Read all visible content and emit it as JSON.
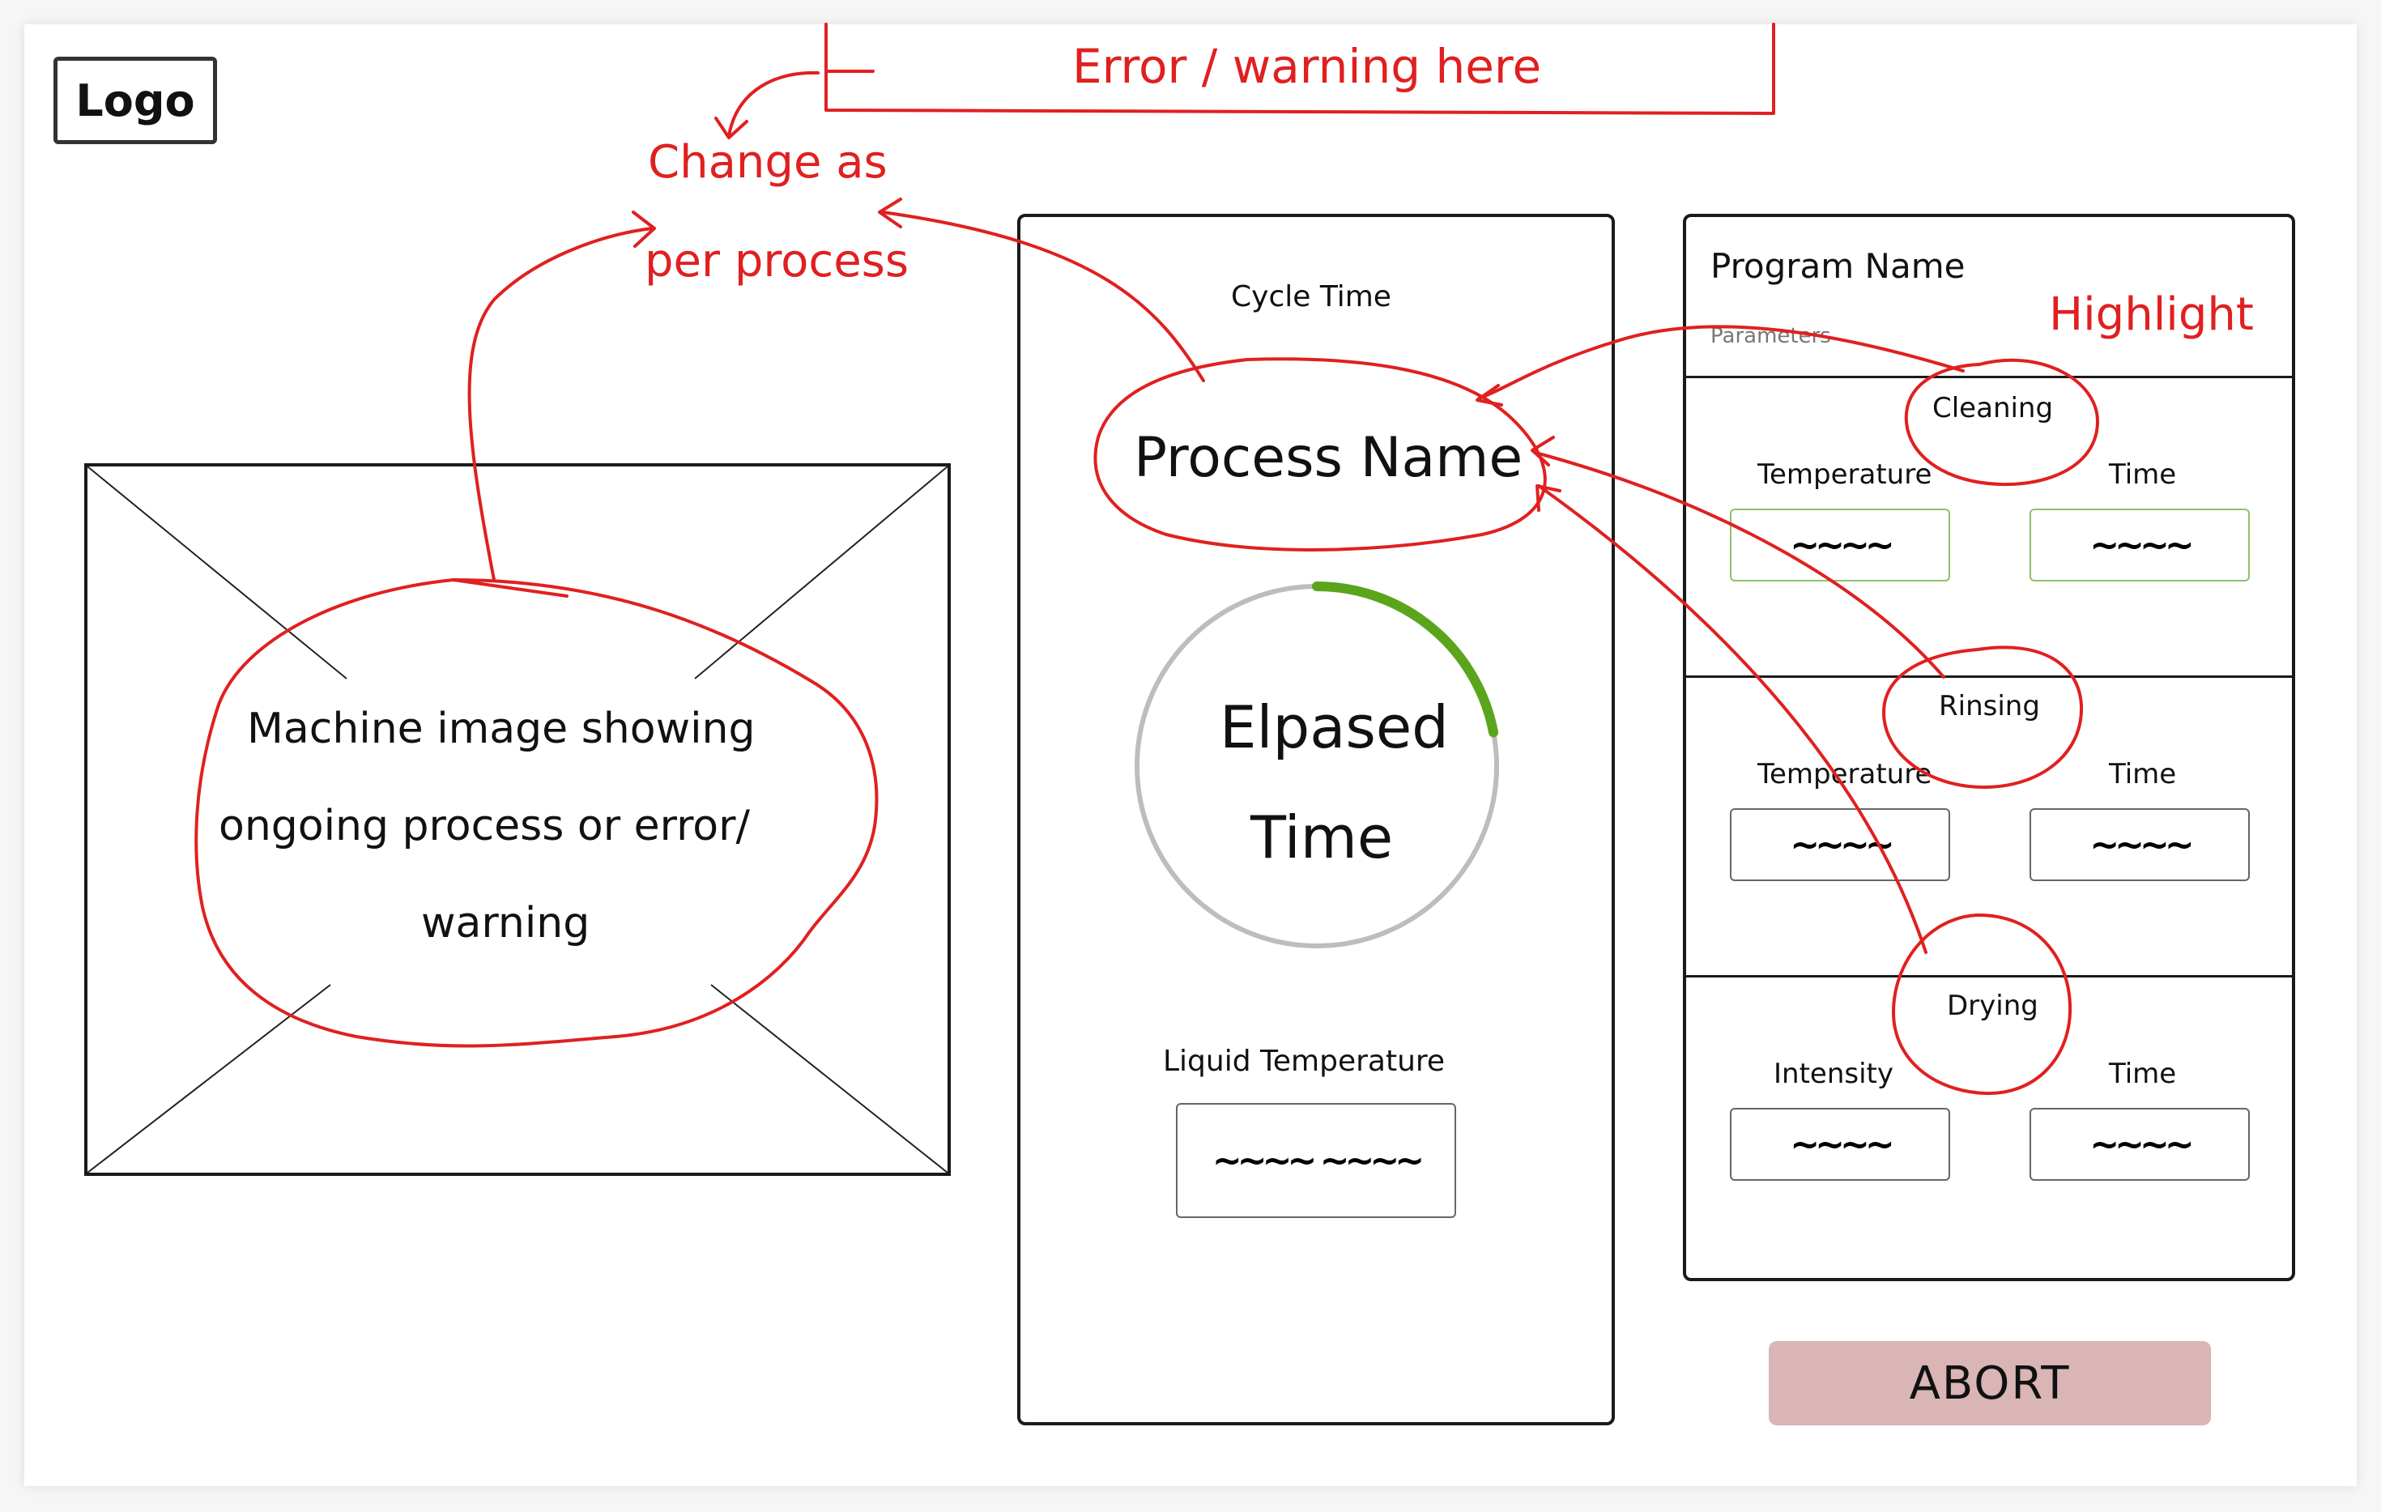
{
  "logo": "Logo",
  "annotations": {
    "error_banner": "Error / warning here",
    "change_as_line1": "Change as",
    "change_as_line2": "per process",
    "highlight": "Highlight",
    "machine_image_line1": "Machine image showing",
    "machine_image_line2": "ongoing process or error/",
    "machine_image_line3": "warning"
  },
  "center": {
    "cycle_time_label": "Cycle Time",
    "process_name": "Process Name",
    "elapsed_line1": "Elpased",
    "elapsed_line2": "Time",
    "progress_fraction": 0.22,
    "liquid_temp_label": "Liquid Temperature",
    "liquid_temp_value": "~~~~ ~~~~"
  },
  "program": {
    "name": "Program Name",
    "parameters_label": "Parameters",
    "steps": [
      {
        "name": "Cleaning",
        "param1": "Temperature",
        "param2": "Time",
        "value1": "~~~~",
        "value2": "~~~~"
      },
      {
        "name": "Rinsing",
        "param1": "Temperature",
        "param2": "Time",
        "value1": "~~~~",
        "value2": "~~~~"
      },
      {
        "name": "Drying",
        "param1": "Intensity",
        "param2": "Time",
        "value1": "~~~~",
        "value2": "~~~~"
      }
    ]
  },
  "abort_label": "ABORT",
  "colors": {
    "annotation_red": "#e02020",
    "progress_green": "#5aa51c",
    "abort_bg": "#d9b5b5",
    "active_field_border": "#8dc16b"
  }
}
